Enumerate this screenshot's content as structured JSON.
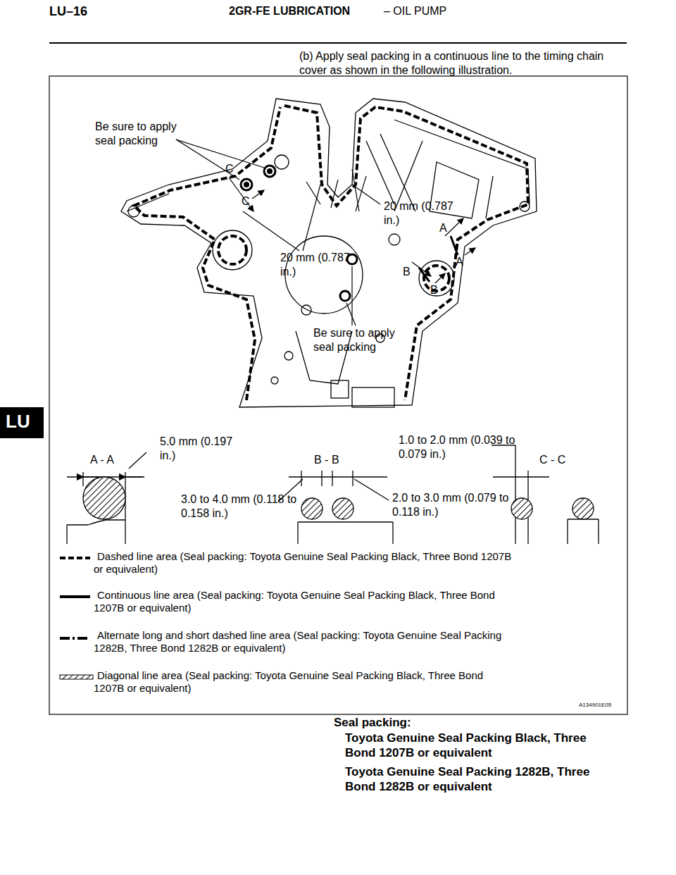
{
  "diagram": {
    "labels": [
      "LU–16",
      "2GR-FE LUBRICATION",
      "– OIL PUMP",
      "LU",
      "(b) Apply seal packing in a continuous line to the timing chain cover as shown in the following illustration.",
      "Be sure to apply seal packing",
      "C",
      "C",
      "20 mm (0.787 in.)",
      "A",
      "A",
      "B",
      "B",
      "20 mm (0.787 in.)",
      "Be sure to apply seal packing",
      "5.0 mm (0.197 in.)",
      "A - A",
      "B - B",
      "1.0 to 2.0 mm (0.039 to 0.079 in.)",
      "C - C",
      "3.0 to 4.0 mm (0.118 to 0.158 in.)",
      "2.0 to 3.0 mm (0.079 to 0.118 in.)",
      "A134901E05",
      "Seal packing:",
      "Toyota Genuine Seal Packing Black, Three Bond 1207B or equivalent",
      "Toyota Genuine Seal Packing 1282B, Three Bond 1282B or equivalent"
    ],
    "legend": [
      {
        "text": "Dashed line area (Seal packing: Toyota Genuine Seal Packing Black, Three Bond 1207B or equivalent)"
      },
      {
        "text": "Continuous line area (Seal packing: Toyota Genuine Seal Packing Black, Three Bond 1207B or equivalent)"
      },
      {
        "text": "Alternate long and short dashed line area (Seal packing: Toyota Genuine Seal Packing 1282B, Three Bond 1282B or equivalent)"
      },
      {
        "text": "Diagonal line area (Seal packing: Toyota Genuine Seal Packing Black, Three Bond 1207B or equivalent)"
      }
    ]
  }
}
